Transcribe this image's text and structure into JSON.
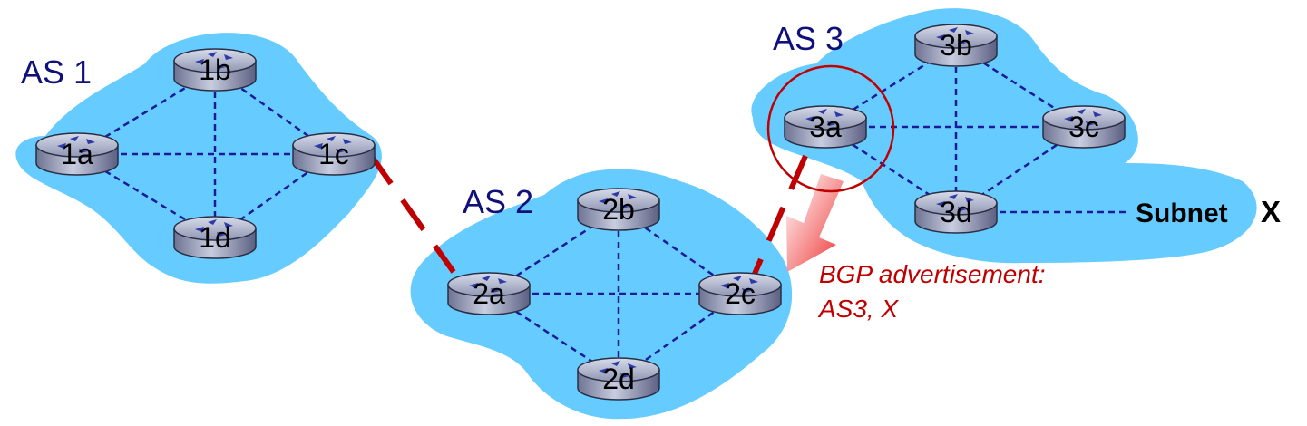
{
  "colors": {
    "cloud": "#66ccff",
    "intra_link": "#1a1a9a",
    "inter_link": "#c00000",
    "as_label": "#10107a",
    "advertisement": "#c00000",
    "router_body": "#9aa0b8"
  },
  "autonomous_systems": [
    {
      "id": "as1",
      "label": "AS 1"
    },
    {
      "id": "as2",
      "label": "AS 2"
    },
    {
      "id": "as3",
      "label": "AS 3"
    }
  ],
  "routers": [
    {
      "id": "1a",
      "label": "1a"
    },
    {
      "id": "1b",
      "label": "1b"
    },
    {
      "id": "1c",
      "label": "1c"
    },
    {
      "id": "1d",
      "label": "1d"
    },
    {
      "id": "2a",
      "label": "2a"
    },
    {
      "id": "2b",
      "label": "2b"
    },
    {
      "id": "2c",
      "label": "2c"
    },
    {
      "id": "2d",
      "label": "2d"
    },
    {
      "id": "3a",
      "label": "3a"
    },
    {
      "id": "3b",
      "label": "3b"
    },
    {
      "id": "3c",
      "label": "3c"
    },
    {
      "id": "3d",
      "label": "3d"
    }
  ],
  "subnet": {
    "label_word": "Subnet",
    "label_letter": "X"
  },
  "advertisement": {
    "line1": "BGP advertisement:",
    "line2": "AS3, X"
  },
  "icons": {
    "router": "router-icon",
    "arrow": "advertisement-arrow-icon",
    "highlight": "highlight-circle"
  }
}
